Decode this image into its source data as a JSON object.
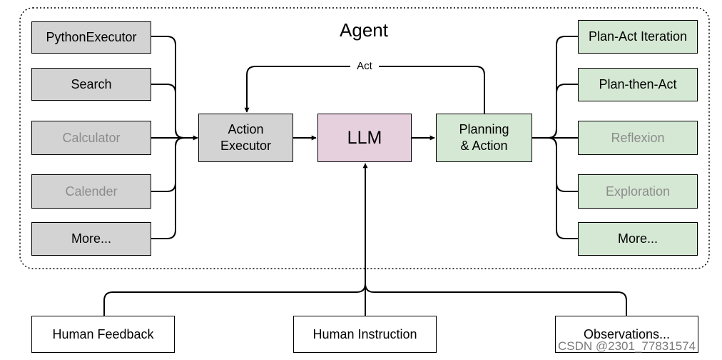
{
  "agent": {
    "title": "Agent",
    "act_label": "Act"
  },
  "tools": [
    {
      "label": "PythonExecutor"
    },
    {
      "label": "Search"
    },
    {
      "label": "Calculator"
    },
    {
      "label": "Calender"
    },
    {
      "label": "More..."
    }
  ],
  "action_executor": {
    "line1": "Action",
    "line2": "Executor"
  },
  "llm": {
    "label": "LLM"
  },
  "planning": {
    "line1": "Planning",
    "line2": "& Action"
  },
  "strategies": [
    {
      "label": "Plan-Act Iteration"
    },
    {
      "label": "Plan-then-Act"
    },
    {
      "label": "Reflexion"
    },
    {
      "label": "Exploration"
    },
    {
      "label": "More..."
    }
  ],
  "inputs": [
    {
      "label": "Human Feedback"
    },
    {
      "label": "Human Instruction"
    },
    {
      "label": "Observations..."
    }
  ],
  "watermark": "CSDN @2301_77831574",
  "colors": {
    "tool_fill": "#d3d3d3",
    "strategy_fill": "#d5e8d4",
    "llm_fill": "#e6d0de",
    "faded_text": "#8c8c8c"
  }
}
